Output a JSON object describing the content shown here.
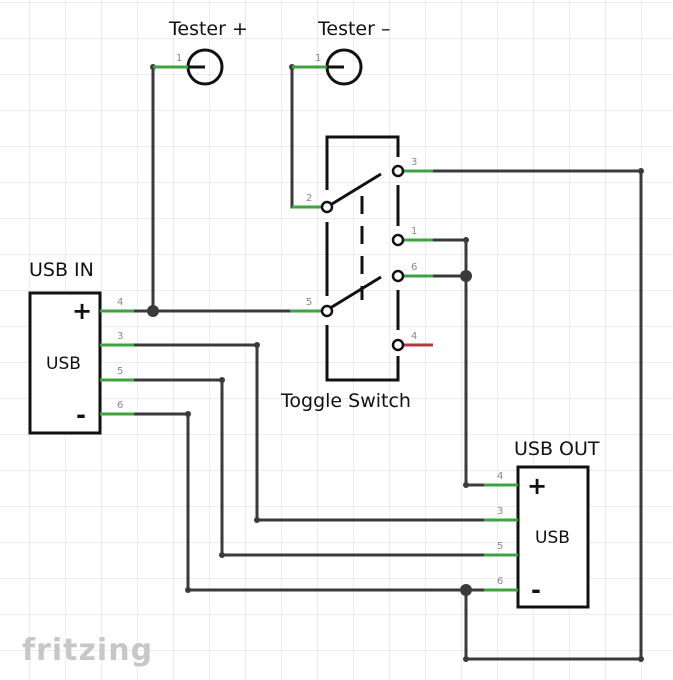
{
  "labels": {
    "tester_plus": "Tester +",
    "tester_minus": "Tester –",
    "usb_in": "USB IN",
    "usb_out": "USB OUT",
    "toggle_switch": "Toggle Switch",
    "usb_in_body": "USB",
    "usb_out_body": "USB",
    "plus_sign": "+",
    "minus_sign": "-",
    "brand": "fritzing"
  },
  "pins": {
    "tester_plus_pin": "1",
    "tester_minus_pin": "1",
    "usb_in_plus": "4",
    "usb_in_3": "3",
    "usb_in_5": "5",
    "usb_in_6": "6",
    "switch_2": "2",
    "switch_5": "5",
    "switch_3": "3",
    "switch_1": "1",
    "switch_6": "6",
    "switch_4": "4",
    "usb_out_4": "4",
    "usb_out_3": "3",
    "usb_out_5": "5",
    "usb_out_6": "6"
  },
  "colors": {
    "wire": "#3a3a3a",
    "lead": "#3fa33f",
    "unconnected_lead": "#b33a3a",
    "grid": "#ececec"
  }
}
